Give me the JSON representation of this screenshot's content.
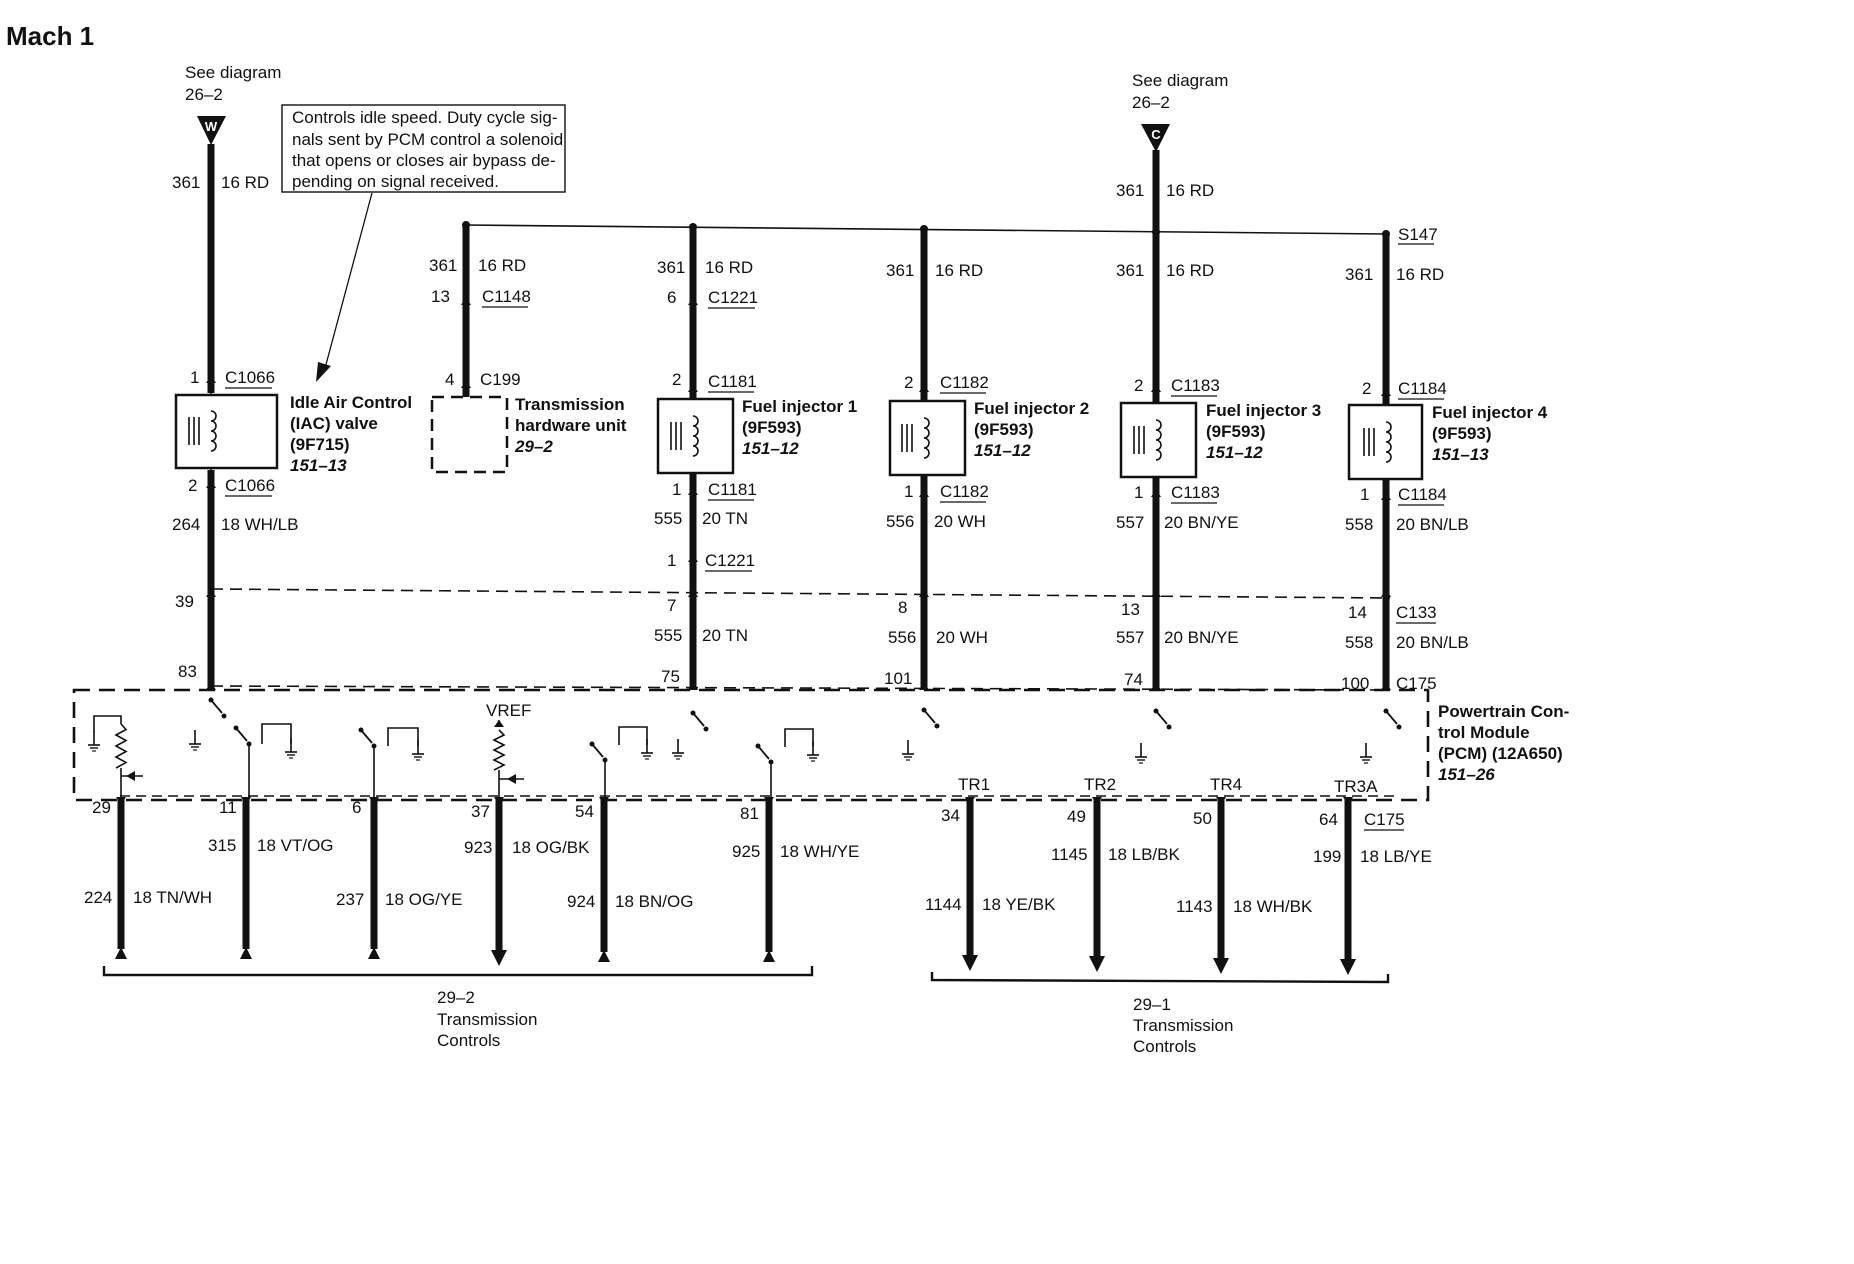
{
  "title": "Mach 1",
  "refs": {
    "left": {
      "line1": "See diagram",
      "line2": "26–2",
      "letter": "W"
    },
    "right": {
      "line1": "See diagram",
      "line2": "26–2",
      "letter": "C"
    }
  },
  "note": {
    "lines": [
      "Controls idle speed. Duty cycle sig-",
      "nals sent by PCM control a solenoid",
      "that opens or closes air bypass de-",
      "pending on signal received."
    ]
  },
  "splice": "S147",
  "wires": {
    "iac_top": {
      "circuit": "361",
      "gauge": "16 RD"
    },
    "iac_bottom": {
      "circuit": "264",
      "gauge": "18 WH/LB"
    },
    "th_top": {
      "circuit": "361",
      "gauge": "16 RD"
    },
    "inj1_top": {
      "circuit": "361",
      "gauge": "16 RD"
    },
    "inj1_bot": {
      "circuit": "555",
      "gauge": "20 TN"
    },
    "inj1_low": {
      "circuit": "555",
      "gauge": "20 TN"
    },
    "inj2_top": {
      "circuit": "361",
      "gauge": "16 RD"
    },
    "inj2_bot": {
      "circuit": "556",
      "gauge": "20 WH"
    },
    "inj2_low": {
      "circuit": "556",
      "gauge": "20 WH"
    },
    "inj3_feed": {
      "circuit": "361",
      "gauge": "16 RD"
    },
    "inj3_top": {
      "circuit": "361",
      "gauge": "16 RD"
    },
    "inj3_bot": {
      "circuit": "557",
      "gauge": "20 BN/YE"
    },
    "inj3_low": {
      "circuit": "557",
      "gauge": "20 BN/YE"
    },
    "inj4_top": {
      "circuit": "361",
      "gauge": "16 RD"
    },
    "inj4_bot": {
      "circuit": "558",
      "gauge": "20 BN/LB"
    },
    "inj4_low": {
      "circuit": "558",
      "gauge": "20 BN/LB"
    }
  },
  "connectors": {
    "c1066_top": {
      "pin": "1",
      "name": "C1066"
    },
    "c1066_bot": {
      "pin": "2",
      "name": "C1066"
    },
    "c1148": {
      "pin": "13",
      "name": "C1148"
    },
    "c199": {
      "pin": "4",
      "name": "C199"
    },
    "c1221_top": {
      "pin": "6",
      "name": "C1221"
    },
    "c1181_top": {
      "pin": "2",
      "name": "C1181"
    },
    "c1181_bot": {
      "pin": "1",
      "name": "C1181"
    },
    "c1221_bot": {
      "pin": "1",
      "name": "C1221"
    },
    "c1182_top": {
      "pin": "2",
      "name": "C1182"
    },
    "c1182_bot": {
      "pin": "1",
      "name": "C1182"
    },
    "c1183_top": {
      "pin": "2",
      "name": "C1183"
    },
    "c1183_bot": {
      "pin": "1",
      "name": "C1183"
    },
    "c1184_top": {
      "pin": "2",
      "name": "C1184"
    },
    "c1184_bot": {
      "pin": "1",
      "name": "C1184"
    },
    "c133": {
      "name": "C133",
      "pins": [
        "39",
        "7",
        "8",
        "13",
        "14"
      ]
    },
    "c175": {
      "name": "C175",
      "pins": [
        "83",
        "75",
        "101",
        "74",
        "100"
      ]
    },
    "c175_bottom": {
      "name": "C175"
    }
  },
  "components": {
    "iac": {
      "name1": "Idle Air Control",
      "name2": "(IAC) valve",
      "part": "(9F715)",
      "ref": "151–13"
    },
    "trans_hw": {
      "name1": "Transmission",
      "name2": "hardware unit",
      "ref": "29–2"
    },
    "inj1": {
      "name": "Fuel injector 1",
      "part": "(9F593)",
      "ref": "151–12"
    },
    "inj2": {
      "name": "Fuel injector 2",
      "part": "(9F593)",
      "ref": "151–12"
    },
    "inj3": {
      "name": "Fuel injector 3",
      "part": "(9F593)",
      "ref": "151–12"
    },
    "inj4": {
      "name": "Fuel injector 4",
      "part": "(9F593)",
      "ref": "151–13"
    },
    "pcm": {
      "name1": "Powertrain Con-",
      "name2": "trol Module",
      "name3": "(PCM) (12A650)",
      "ref": "151–26"
    }
  },
  "pcm_labels": {
    "vref": "VREF",
    "tr1": "TR1",
    "tr2": "TR2",
    "tr4": "TR4",
    "tr3a": "TR3A"
  },
  "outputs": [
    {
      "pin": "29",
      "circuit": "224",
      "gauge": "18 TN/WH"
    },
    {
      "pin": "11",
      "circuit": "315",
      "gauge": "18 VT/OG"
    },
    {
      "pin": "6",
      "circuit": "237",
      "gauge": "18 OG/YE"
    },
    {
      "pin": "37",
      "circuit": "923",
      "gauge": "18 OG/BK"
    },
    {
      "pin": "54",
      "circuit": "924",
      "gauge": "18 BN/OG"
    },
    {
      "pin": "81",
      "circuit": "925",
      "gauge": "18 WH/YE"
    },
    {
      "pin": "34",
      "circuit": "1144",
      "gauge": "18 YE/BK"
    },
    {
      "pin": "49",
      "circuit": "1145",
      "gauge": "18 LB/BK"
    },
    {
      "pin": "50",
      "circuit": "1143",
      "gauge": "18 WH/BK"
    },
    {
      "pin": "64",
      "circuit": "199",
      "gauge": "18 LB/YE"
    }
  ],
  "groups": {
    "left": {
      "line1": "29–2",
      "line2": "Transmission",
      "line3": "Controls"
    },
    "right": {
      "line1": "29–1",
      "line2": "Transmission",
      "line3": "Controls"
    }
  }
}
